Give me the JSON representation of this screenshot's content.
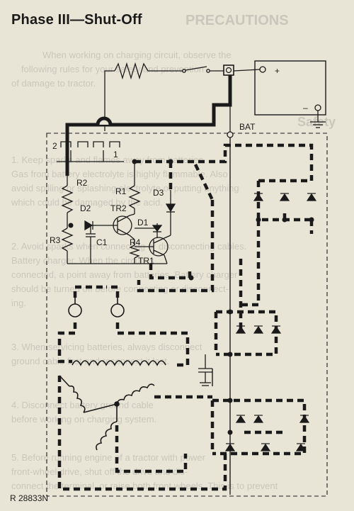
{
  "title": "Phase III—Shut-Off",
  "figure_ref": "R 28833N",
  "labels": {
    "bat": "BAT",
    "plus": "+",
    "minus": "–",
    "terminal_2": "2",
    "terminal_1": "1",
    "r1": "R1",
    "r2": "R2",
    "r3": "R3",
    "r4": "R4",
    "d1": "D1",
    "d2": "D2",
    "d3": "D3",
    "tr1": "TR1",
    "tr2": "TR2",
    "c1": "C1"
  },
  "show_through_text": {
    "heading_1": "PRECAUTIONS",
    "line_1": "When working on charging circuit, observe the",
    "line_2": "following rules for your safety and prevention",
    "line_3": "of damage to tractor.",
    "heading_2": "Safety",
    "line_4": "1. Keep sparks and flames away from batteries.",
    "line_5": "Gas from battery electrolyte is highly flammable. Also",
    "line_6": "avoid spilling or splashing electrolyte or putting anything",
    "line_7": "which could be damaged by the acid.",
    "line_8": "2. Avoid sparks when connecting or disconnecting cables.",
    "line_9": "Battery charger. When the circuit is",
    "line_10": "connected, a point away from batteries. Battery charger",
    "line_11": "should be turned off before connecting or disconnect-",
    "line_12": "ing.",
    "line_13": "3. When servicing batteries, always disconnect",
    "line_14": "ground cable first and reconnect it last.",
    "line_15": "4. Disconnect battery ground cable",
    "line_16": "before working on charging system.",
    "line_17": "5. Before running engine of a tractor with power",
    "line_18": "front-wheel drive, shut off the drive and dis-",
    "line_19": "connect the terminal, or raise both front wheels. This is to prevent"
  },
  "colors": {
    "paper": "#e9e5d6",
    "ink": "#1a1a1a",
    "show_through": "#8a8a8a"
  }
}
